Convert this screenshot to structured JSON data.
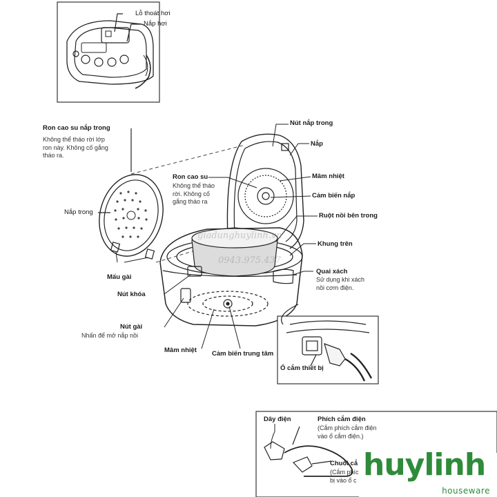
{
  "top_inset": {
    "vent_hole": "Lỗ thoát hơi",
    "steam_cap": "Nắp hơi"
  },
  "labels": {
    "inner_lid_gasket": {
      "title": "Ron cao su nắp trong",
      "desc": "Không thể tháo rời lớp\nron này. Không cố gắng\ntháo ra."
    },
    "inner_lid": "Nắp trong",
    "latch_tabs": "Mấu gài",
    "lock_button": "Nút khóa",
    "release_button": {
      "title": "Nút gài",
      "desc": "Nhấn để mở nắp nồi"
    },
    "heating_plate_bottom": "Mâm nhiệt",
    "center_sensor": "Cảm biến trung tâm",
    "outlet": "Ổ cắm thiết bị",
    "gasket": {
      "title": "Ron cao su",
      "desc": "Không thể tháo\nrời. Không cố\ngắng tháo ra"
    },
    "inner_lid_button": "Nút nắp trong",
    "lid": "Nắp",
    "heating_plate_lid": "Mâm nhiệt",
    "lid_sensor": "Cảm biến nắp",
    "inner_pot": "Ruột nồi bên trong",
    "upper_frame": "Khung trên",
    "handle": {
      "title": "Quai xách",
      "desc": "Sử dụng khi xách\nnồi cơm điện."
    }
  },
  "cord_box": {
    "cord": "Dây điện",
    "plug": {
      "title": "Phích cắm điện",
      "desc": "(Cắm phích cắm điện\nvào ổ cắm điện.)"
    },
    "appliance_plug": {
      "title": "Chuôi cắ",
      "desc": "(Cắm phích\nbị vào ổ c"
    }
  },
  "watermark": {
    "line1": "giadunghuylinh.vn",
    "line2": "0943.975.437"
  },
  "logo": {
    "main": "huylinh",
    "sub": "houseware",
    "color": "#2e8b3a"
  }
}
